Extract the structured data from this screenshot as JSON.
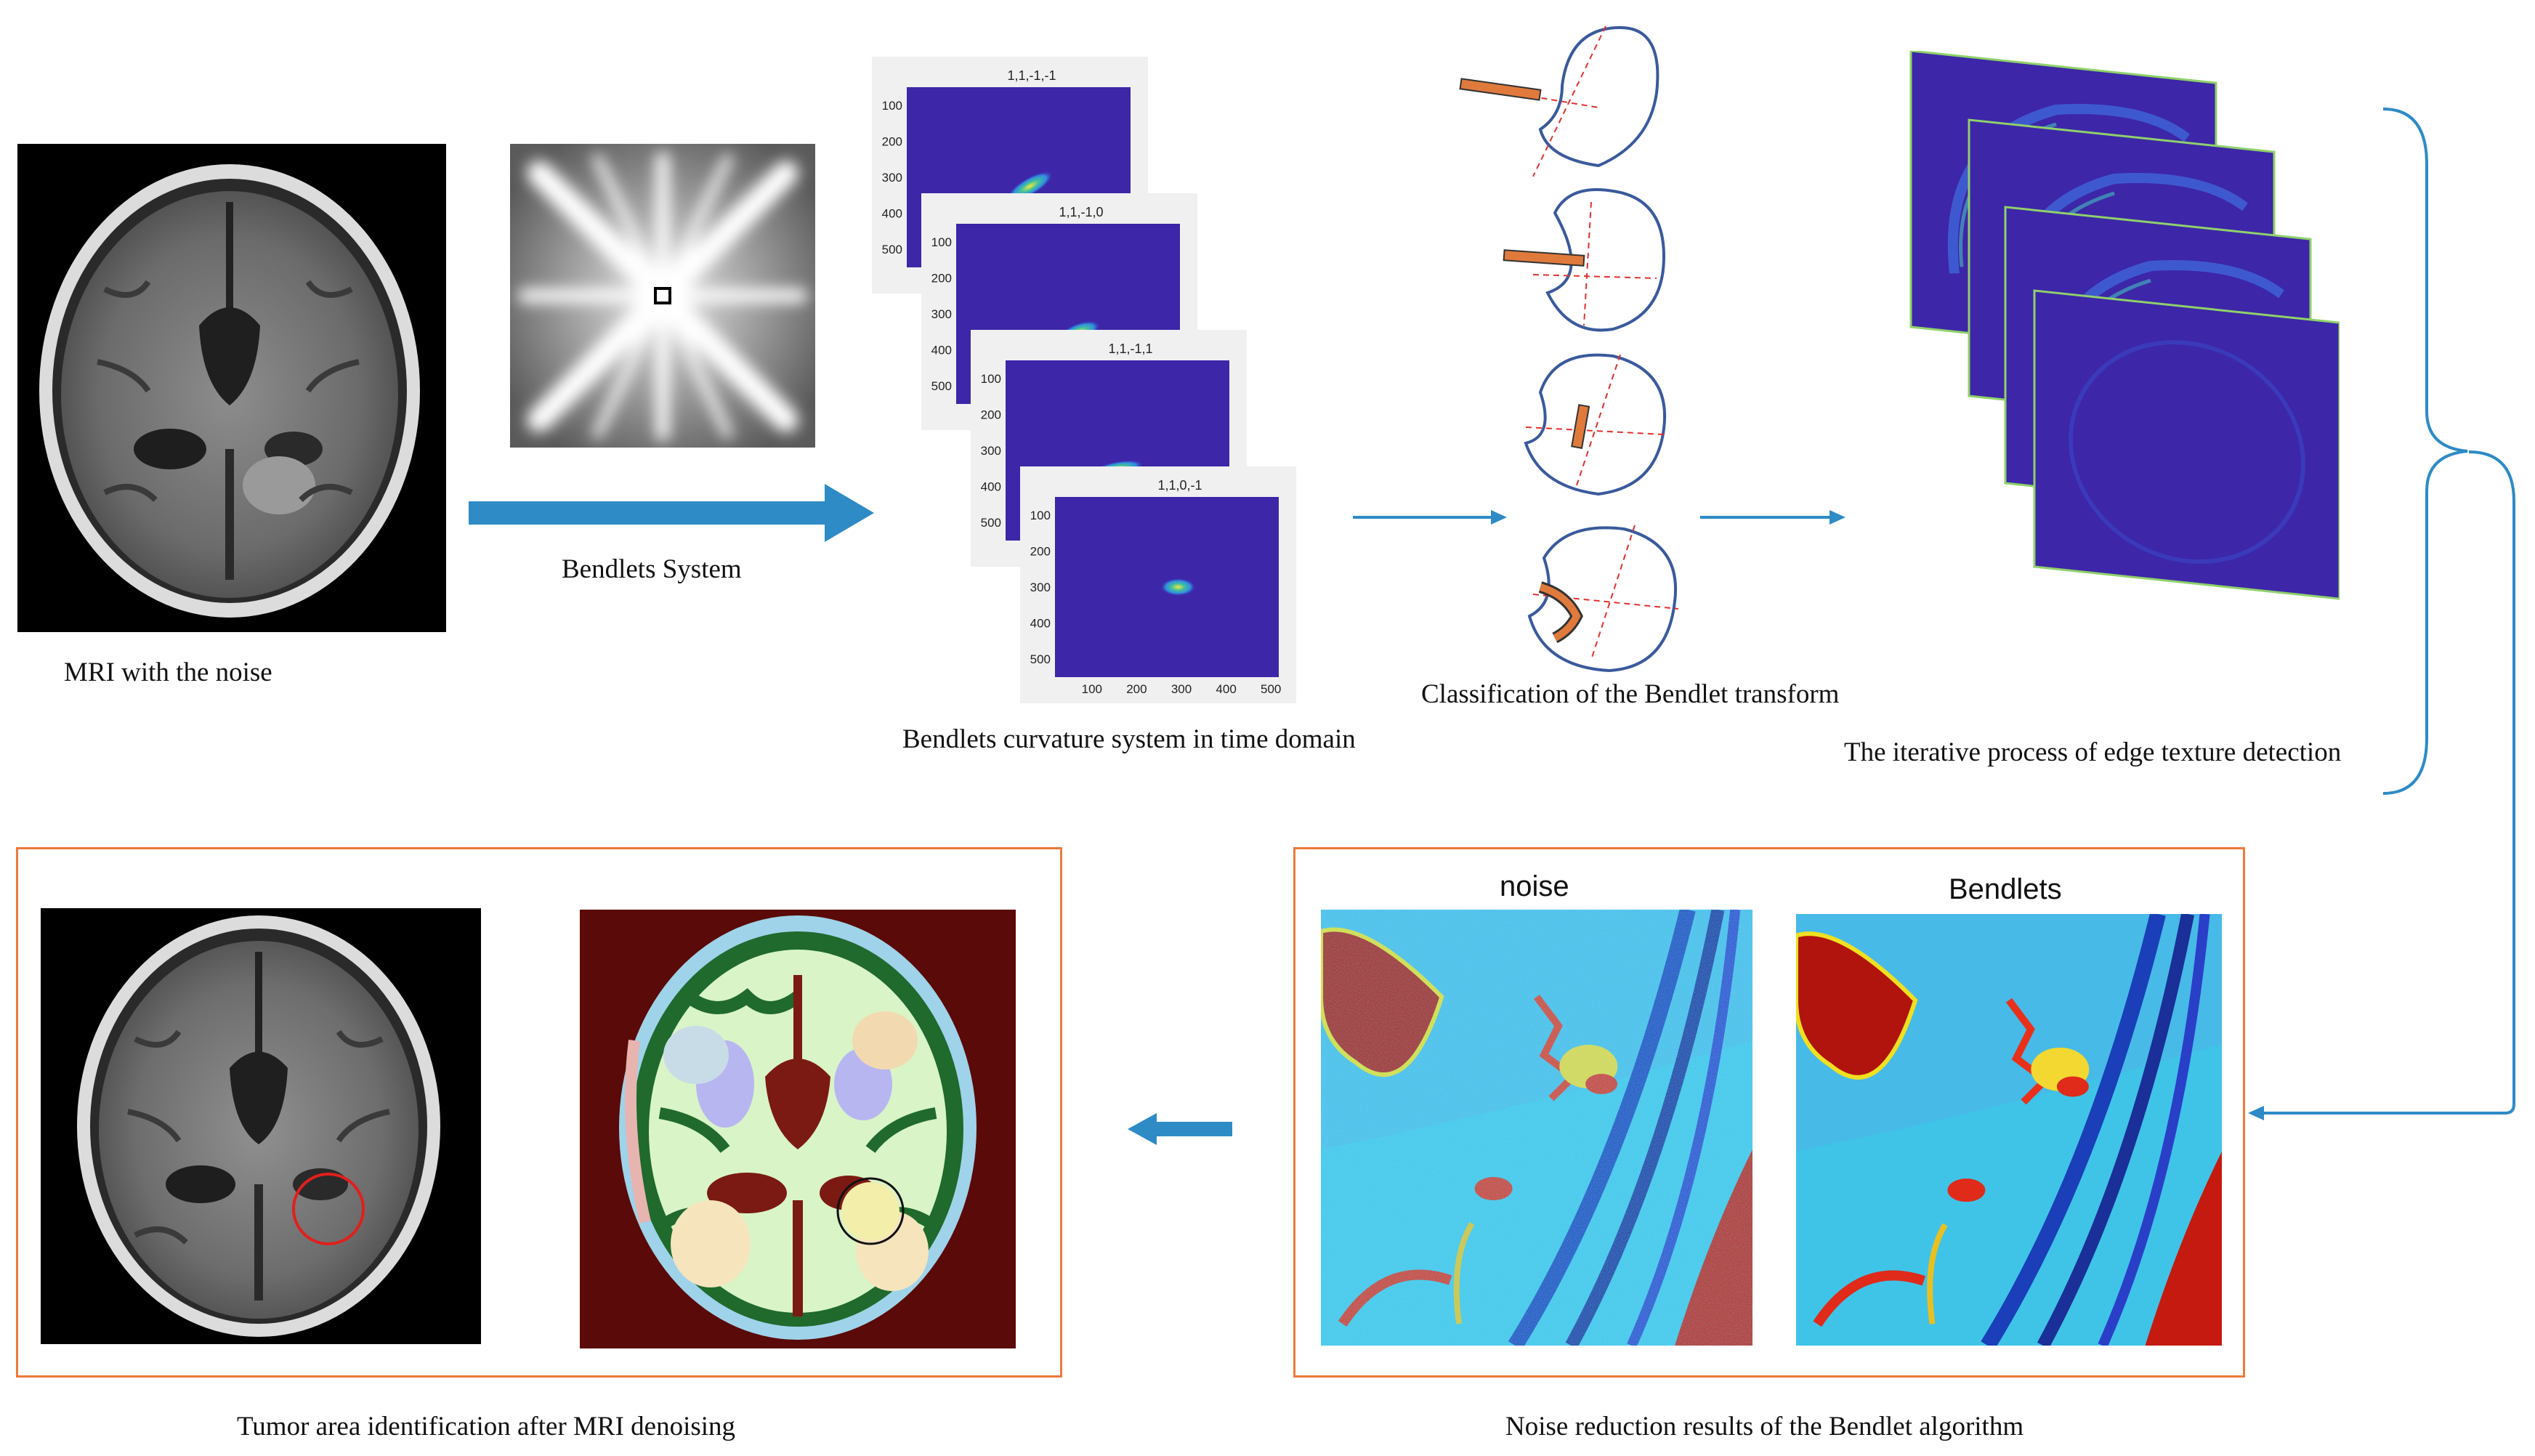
{
  "captions": {
    "mri_noise": "MRI with the noise",
    "bendlets_system": "Bendlets System",
    "curvature_system": "Bendlets curvature system in time domain",
    "classification": "Classification of the Bendlet transform",
    "iterative": "The iterative process of edge texture detection",
    "tumor": "Tumor area identification after MRI denoising",
    "noise_reduction": "Noise reduction results of the Bendlet algorithm"
  },
  "heatmap_titles": [
    "1,1,-1,-1",
    "1,1,-1,0",
    "1,1,-1,1",
    "1,1,0,-1"
  ],
  "y_ticks": [
    "100",
    "200",
    "300",
    "400",
    "500"
  ],
  "x_ticks": [
    "100",
    "200",
    "300",
    "400",
    "500"
  ],
  "comparison": {
    "left_label": "noise",
    "right_label": "Bendlets"
  },
  "colors": {
    "arrow_blue": "#2e8bc6",
    "frame_orange": "#ec7a3c",
    "heatmap_bg": "#3d26a8",
    "classification_bar": "#e07a3c",
    "iter_frame_green": "#8fd16a",
    "mask_bg": "#5a0a08",
    "mask_green": "#1f6a2c",
    "mask_light": "#d9f4c7"
  }
}
